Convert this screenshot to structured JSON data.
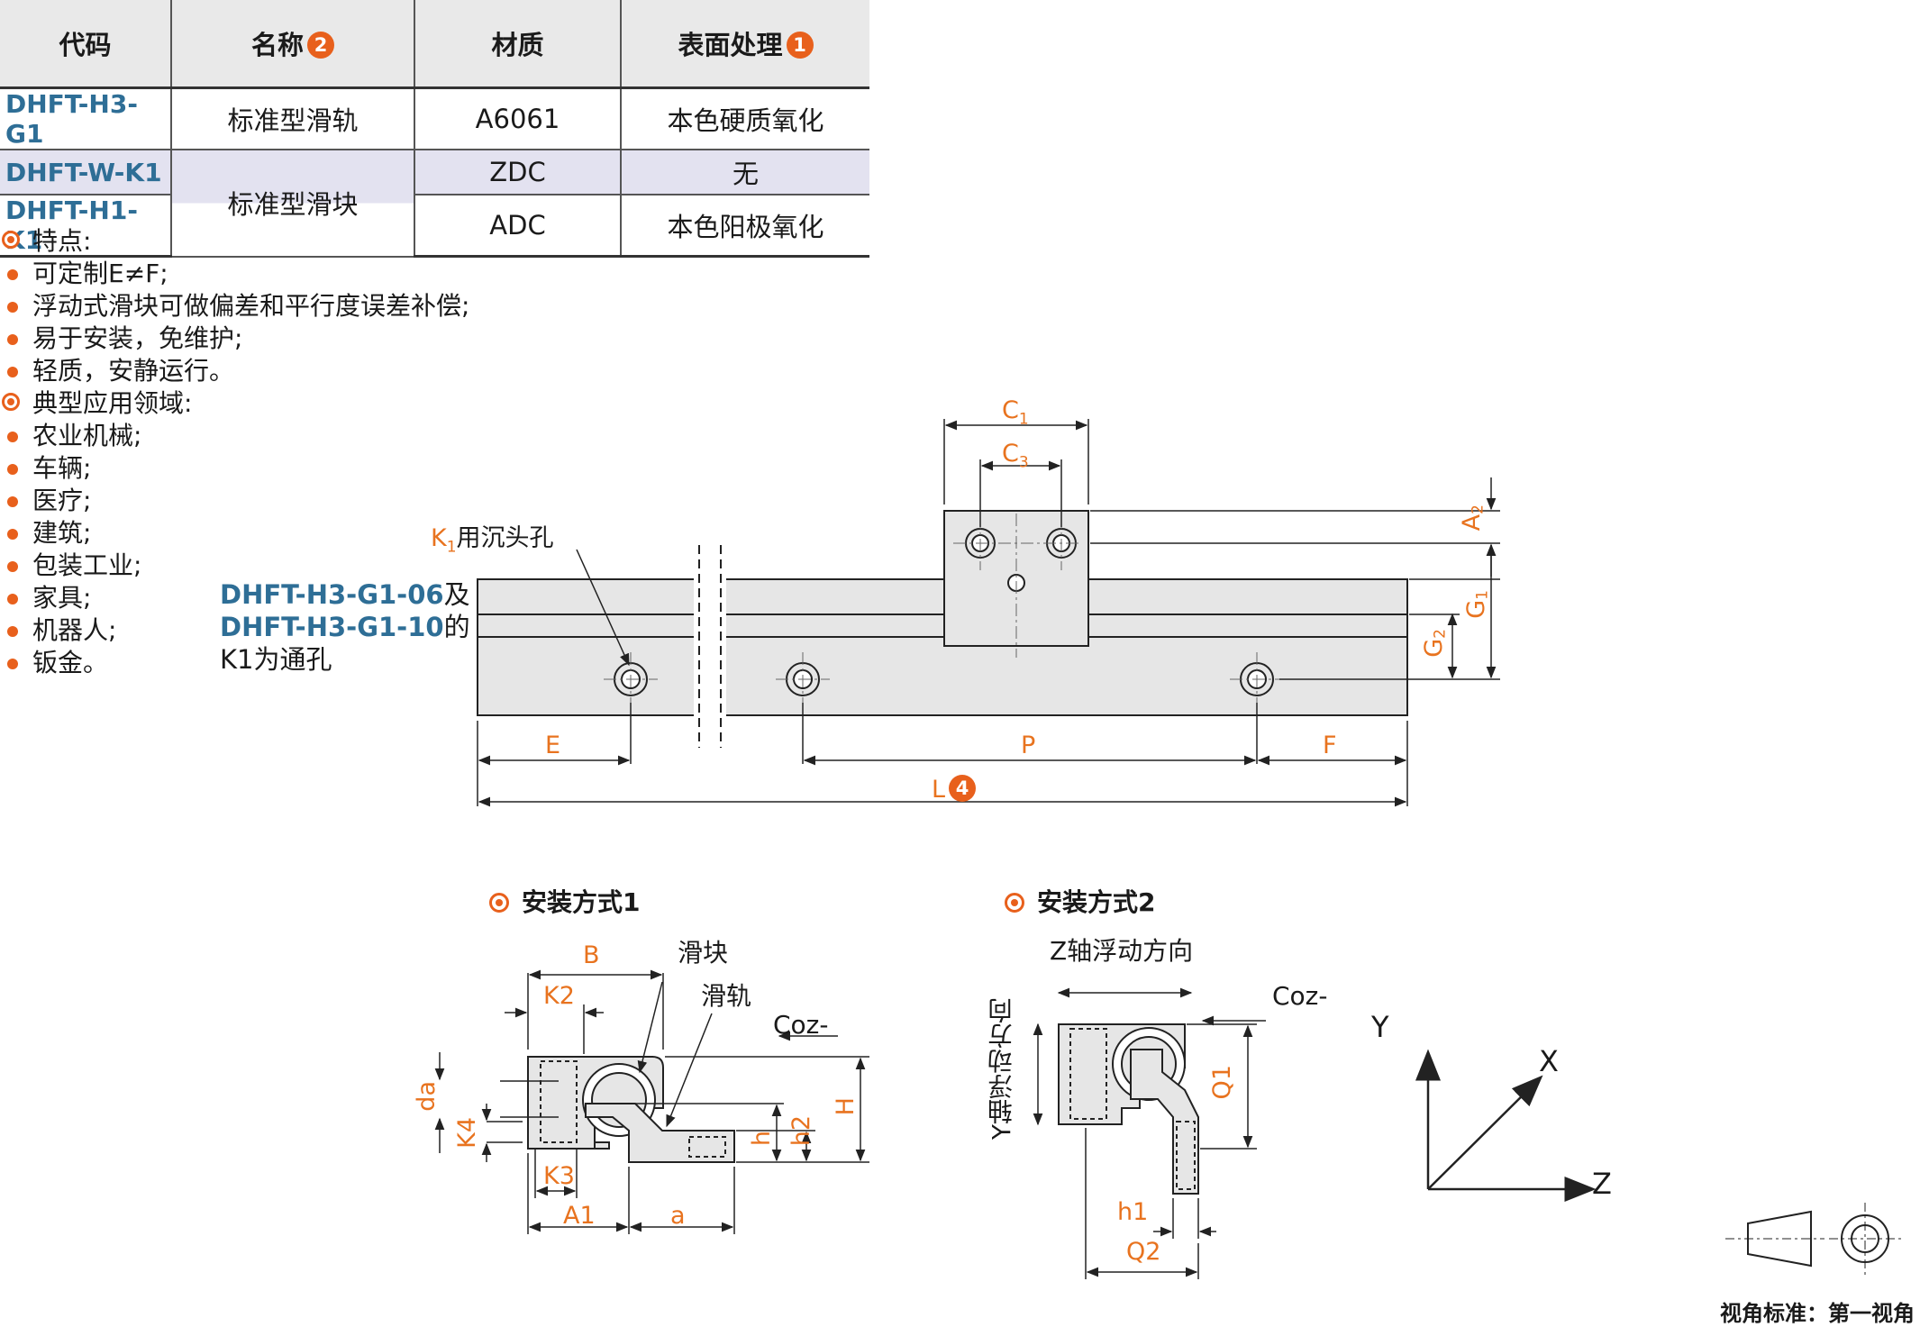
{
  "table": {
    "headers": {
      "code": "代码",
      "name": "名称",
      "name_badge": "2",
      "material": "材质",
      "surface": "表面处理",
      "surface_badge": "1"
    },
    "rows": [
      {
        "code": "DHFT-H3-G1",
        "name": "标准型滑轨",
        "material": "A6061",
        "surface": "本色硬质氧化"
      },
      {
        "code": "DHFT-W-K1",
        "name": "标准型滑块",
        "material": "ZDC",
        "surface": "无"
      },
      {
        "code": "DHFT-H1-K1",
        "material": "ADC",
        "surface": "本色阳极氧化"
      }
    ]
  },
  "features": {
    "title": "特点:",
    "items": [
      "可定制E≠F;",
      "浮动式滑块可做偏差和平行度误差补偿;",
      "易于安装，免维护;",
      "轻质，安静运行。"
    ]
  },
  "applications": {
    "title": "典型应用领域:",
    "items": [
      "农业机械;",
      "车辆;",
      "医疗;",
      "建筑;",
      "包装工业;",
      "家具;",
      "机器人;",
      "钣金。"
    ]
  },
  "main_drawing": {
    "labels": {
      "c1": "C",
      "c1_sub": "1",
      "c3": "C",
      "c3_sub": "3",
      "a2": "A",
      "a2_sub": "2",
      "g1": "G",
      "g1_sub": "1",
      "g2": "G",
      "g2_sub": "2",
      "e": "E",
      "p": "P",
      "f": "F",
      "l": "L",
      "l_badge": "4",
      "k1_prefix": "K",
      "k1_sub": "1",
      "k1_text": "用沉头孔"
    },
    "note": {
      "code1": "DHFT-H3-G1-06",
      "suffix1": "及",
      "code2": "DHFT-H3-G1-10",
      "suffix2": "的",
      "line3": "K1为通孔"
    }
  },
  "install1": {
    "title": "安装方式1",
    "slider_label": "滑块",
    "rail_label": "滑轨",
    "coz": "Coz-",
    "dims": {
      "b": "B",
      "k2": "K2",
      "da": "da",
      "k4": "K4",
      "k3": "K3",
      "h": "h",
      "h2": "h2",
      "H": "H",
      "a1": "A1",
      "a": "a"
    }
  },
  "install2": {
    "title": "安装方式2",
    "z_float": "Z轴浮动方向",
    "y_float": "Y轴浮动方向",
    "coz": "Coz-",
    "dims": {
      "q1": "Q1",
      "h1": "h1",
      "q2": "Q2"
    }
  },
  "axes": {
    "y": "Y",
    "x": "X",
    "z": "Z"
  },
  "view_standard": "视角标准：第一视角",
  "colors": {
    "accent": "#e8601c",
    "code_blue": "#2e6e96",
    "dim_orange": "#e8731f",
    "part_fill": "#e6e6e6"
  }
}
